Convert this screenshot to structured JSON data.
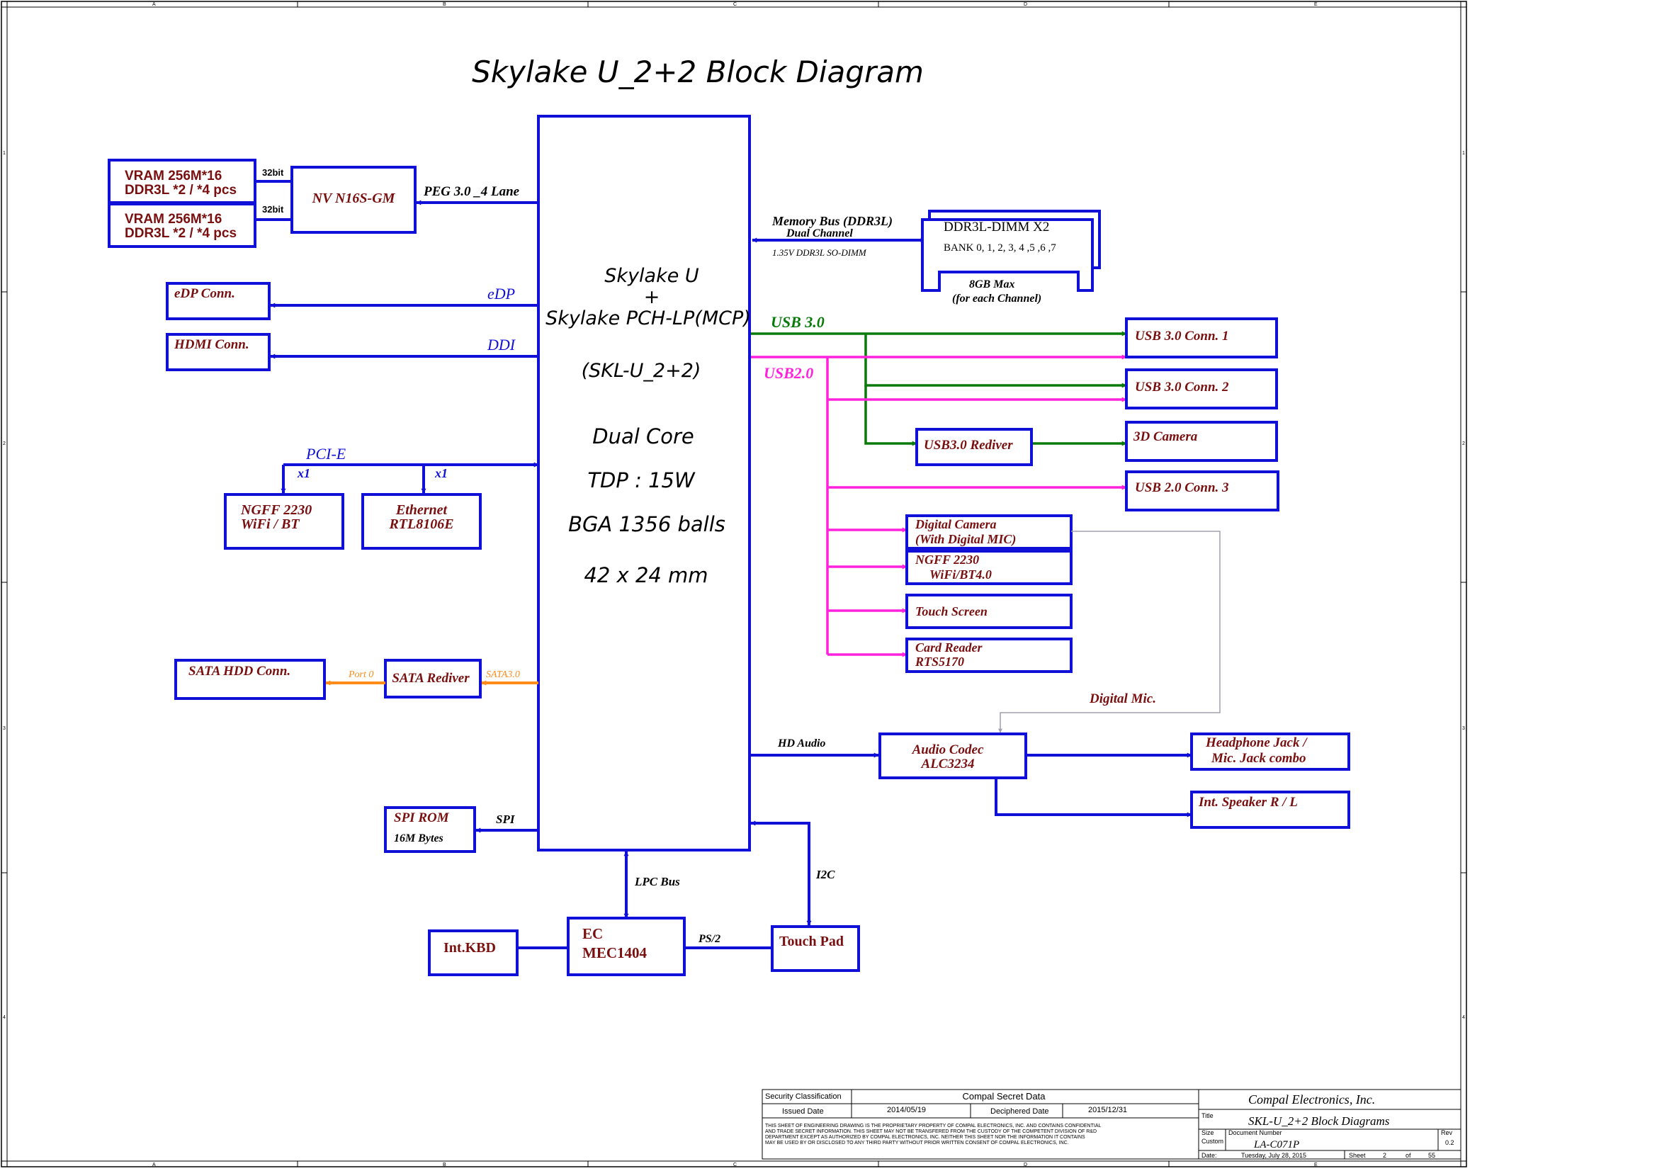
{
  "title": "Skylake U_2+2 Block Diagram",
  "cpu": {
    "line1": "Skylake U",
    "line2": "+",
    "line3": "Skylake PCH-LP(MCP)",
    "line4": "(SKL-U_2+2)",
    "line5": "Dual Core",
    "line6": "TDP : 15W",
    "line7": "BGA 1356 balls",
    "line8": "42 x 24 mm"
  },
  "vram1": {
    "line1": "VRAM 256M*16",
    "line2": "DDR3L *2 / *4 pcs"
  },
  "vram2": {
    "line1": "VRAM 256M*16",
    "line2": "DDR3L *2 / *4 pcs"
  },
  "bit_label_1": "32bit",
  "bit_label_2": "32bit",
  "gpu": "NV N16S-GM",
  "peg_label": "PEG 3.0 _4 Lane",
  "edp_conn": "eDP Conn.",
  "edp_label": "eDP",
  "hdmi_conn": "HDMI  Conn.",
  "ddi_label": "DDI",
  "pcie_label": "PCI-E",
  "x1_label_a": "x1",
  "x1_label_b": "x1",
  "ngff_wifi": {
    "line1": "NGFF 2230",
    "line2": "WiFi / BT"
  },
  "ethernet": {
    "line1": "Ethernet",
    "line2": "RTL8106E"
  },
  "sata_hdd": "SATA HDD Conn.",
  "sata_redriver": "SATA Rediver",
  "port0_label": "Port 0",
  "sata30_label": "SATA3.0",
  "spi_rom": {
    "line1": "SPI ROM",
    "line2": "16M Bytes"
  },
  "spi_label": "SPI",
  "lpc_label": "LPC Bus",
  "ec": {
    "line1": "EC",
    "line2": "MEC1404"
  },
  "int_kbd": "Int.KBD",
  "ps2_label": "PS/2",
  "touch_pad": "Touch Pad",
  "i2c_label": "I2C",
  "memory": {
    "bus_label": "Memory Bus (DDR3L)",
    "channel_label": "Dual Channel",
    "voltage_label": "1.35V DDR3L SO-DIMM",
    "dimm_title": "DDR3L-DIMM X2",
    "bank_label": "BANK 0, 1, 2, 3, 4 ,5 ,6 ,7",
    "max_label": "8GB Max",
    "max_label2": "(for each Channel)"
  },
  "usb30_label": "USB 3.0",
  "usb20_label": "USB2.0",
  "usb30_conn1": "USB 3.0 Conn. 1",
  "usb30_conn2": "USB 3.0 Conn. 2",
  "usb30_redriver": "USB3.0  Rediver",
  "camera_3d": "3D Camera",
  "usb20_conn3": "USB 2.0 Conn. 3",
  "digital_camera": {
    "line1": "Digital Camera",
    "line2": "(With Digital MIC)"
  },
  "ngff_bt": {
    "line1": "NGFF 2230",
    "line2": "WiFi/BT4.0"
  },
  "touch_screen": "Touch Screen",
  "card_reader": {
    "line1": "Card Reader",
    "line2": "RTS5170"
  },
  "digital_mic_label": "Digital Mic.",
  "hd_audio_label": "HD Audio",
  "audio_codec": {
    "line1": "Audio Codec",
    "line2": "ALC3234"
  },
  "headphone": {
    "line1": "Headphone Jack /",
    "line2": "Mic. Jack combo"
  },
  "speaker": "Int. Speaker R / L",
  "colors": {
    "blue": "#1010d8",
    "green": "#0a7a0a",
    "magenta": "#ff22dd",
    "orange": "#ff8c1a",
    "box_text": "#7a0f0f",
    "label_blue": "#1010d8",
    "gray_line": "#a0a0b0"
  },
  "title_block": {
    "security_label": "Security Classification",
    "security_value": "Compal Secret Data",
    "issued_label": "Issued Date",
    "issued_value": "2014/05/19",
    "deciphered_label": "Deciphered Date",
    "deciphered_value": "2015/12/31",
    "company": "Compal Electronics, Inc.",
    "title_label": "Title",
    "title_value": "SKL-U_2+2 Block Diagrams",
    "size_label": "Size",
    "custom_label": "Custom",
    "docnum_label": "Document Number",
    "docnum_value": "LA-C071P",
    "rev_label": "Rev",
    "rev_value": "0.2",
    "date_label": "Date:",
    "date_value": "Tuesday, July 28, 2015",
    "sheet_label": "Sheet",
    "sheet_value": "2",
    "of_label": "of",
    "of_value": "55",
    "notice_1": "THIS SHEET OF ENGINEERING DRAWING IS THE PROPRIETARY PROPERTY OF COMPAL ELECTRONICS, INC. AND CONTAINS CONFIDENTIAL",
    "notice_2": "AND TRADE SECRET INFORMATION. THIS SHEET MAY NOT BE TRANSFERED FROM THE CUSTODY OF THE COMPETENT DIVISION OF R&D",
    "notice_3": "DEPARTMENT EXCEPT AS AUTHORIZED BY COMPAL ELECTRONICS, INC. NEITHER THIS SHEET NOR THE INFORMATION IT CONTAINS",
    "notice_4": "MAY BE USED BY OR DISCLOSED TO ANY THIRD PARTY WITHOUT PRIOR WRITTEN CONSENT OF COMPAL ELECTRONICS, INC."
  },
  "frame": {
    "col_a": "A",
    "col_b": "B",
    "col_c": "C",
    "col_d": "D",
    "col_e": "E",
    "row_1": "1",
    "row_2": "2",
    "row_3": "3",
    "row_4": "4"
  }
}
